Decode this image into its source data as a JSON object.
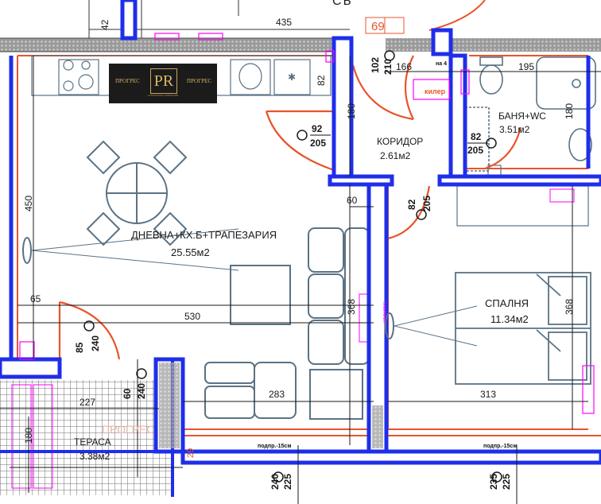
{
  "header": {
    "apt_code": "69",
    "top_fragment": "СЪ"
  },
  "logo": {
    "monogram": "PR",
    "word_left": "ПРОГРЕС",
    "word_right": "ПРОГРЕС",
    "tagline": "СТРОИТЕЛНА КОМПАНИЯ"
  },
  "rooms": {
    "living": {
      "name": "ДНЕВНА+КХ.Б+ТРАПЕЗАРИЯ",
      "area": "25.55м2"
    },
    "corridor": {
      "name": "КОРИДОР",
      "area": "2.61м2"
    },
    "bath": {
      "name": "БАНЯ+WC",
      "area": "3.51м2"
    },
    "bedroom": {
      "name": "СПАЛНЯ",
      "area": "11.34м2"
    },
    "terrace": {
      "name": "ТЕРАСА",
      "area": "3.38м2"
    },
    "closet": {
      "name": "килер"
    }
  },
  "dimensions": {
    "d42": "42",
    "d435": "435",
    "d166": "166",
    "d195": "195",
    "d180a": "180",
    "d180b": "180",
    "d82": "82",
    "d450": "450",
    "d60": "60",
    "d65": "65",
    "d530": "530",
    "d368a": "368",
    "d368b": "368",
    "d283": "283",
    "d313": "313",
    "d227": "227",
    "d180c": "180",
    "d29": "29"
  },
  "openings": {
    "o1": {
      "w": "92",
      "h": "205"
    },
    "o2": {
      "w": "82",
      "h": "205"
    },
    "o3": {
      "w": "82",
      "h": "205"
    },
    "o4": {
      "w": "85",
      "h": "240"
    },
    "o5": {
      "w": "60",
      "h": "240"
    },
    "o6": {
      "w": "102",
      "h": "210"
    },
    "o7": {
      "w": "240",
      "h": "225"
    },
    "o8": {
      "w": "235",
      "h": "225"
    }
  },
  "labels": {
    "sill_left": "подпр.-15см",
    "sill_right": "подпр.-15см",
    "heater_top": "на 4",
    "watermark": "ПРОГРЕС",
    "radiator_label": "КЛИМАТИК"
  },
  "colors": {
    "wall": "#1f2eea",
    "door": "#e8542c",
    "furniture": "#5a7284",
    "marker": "#ff00ff",
    "terrace_tile": "#bdbdbd"
  }
}
